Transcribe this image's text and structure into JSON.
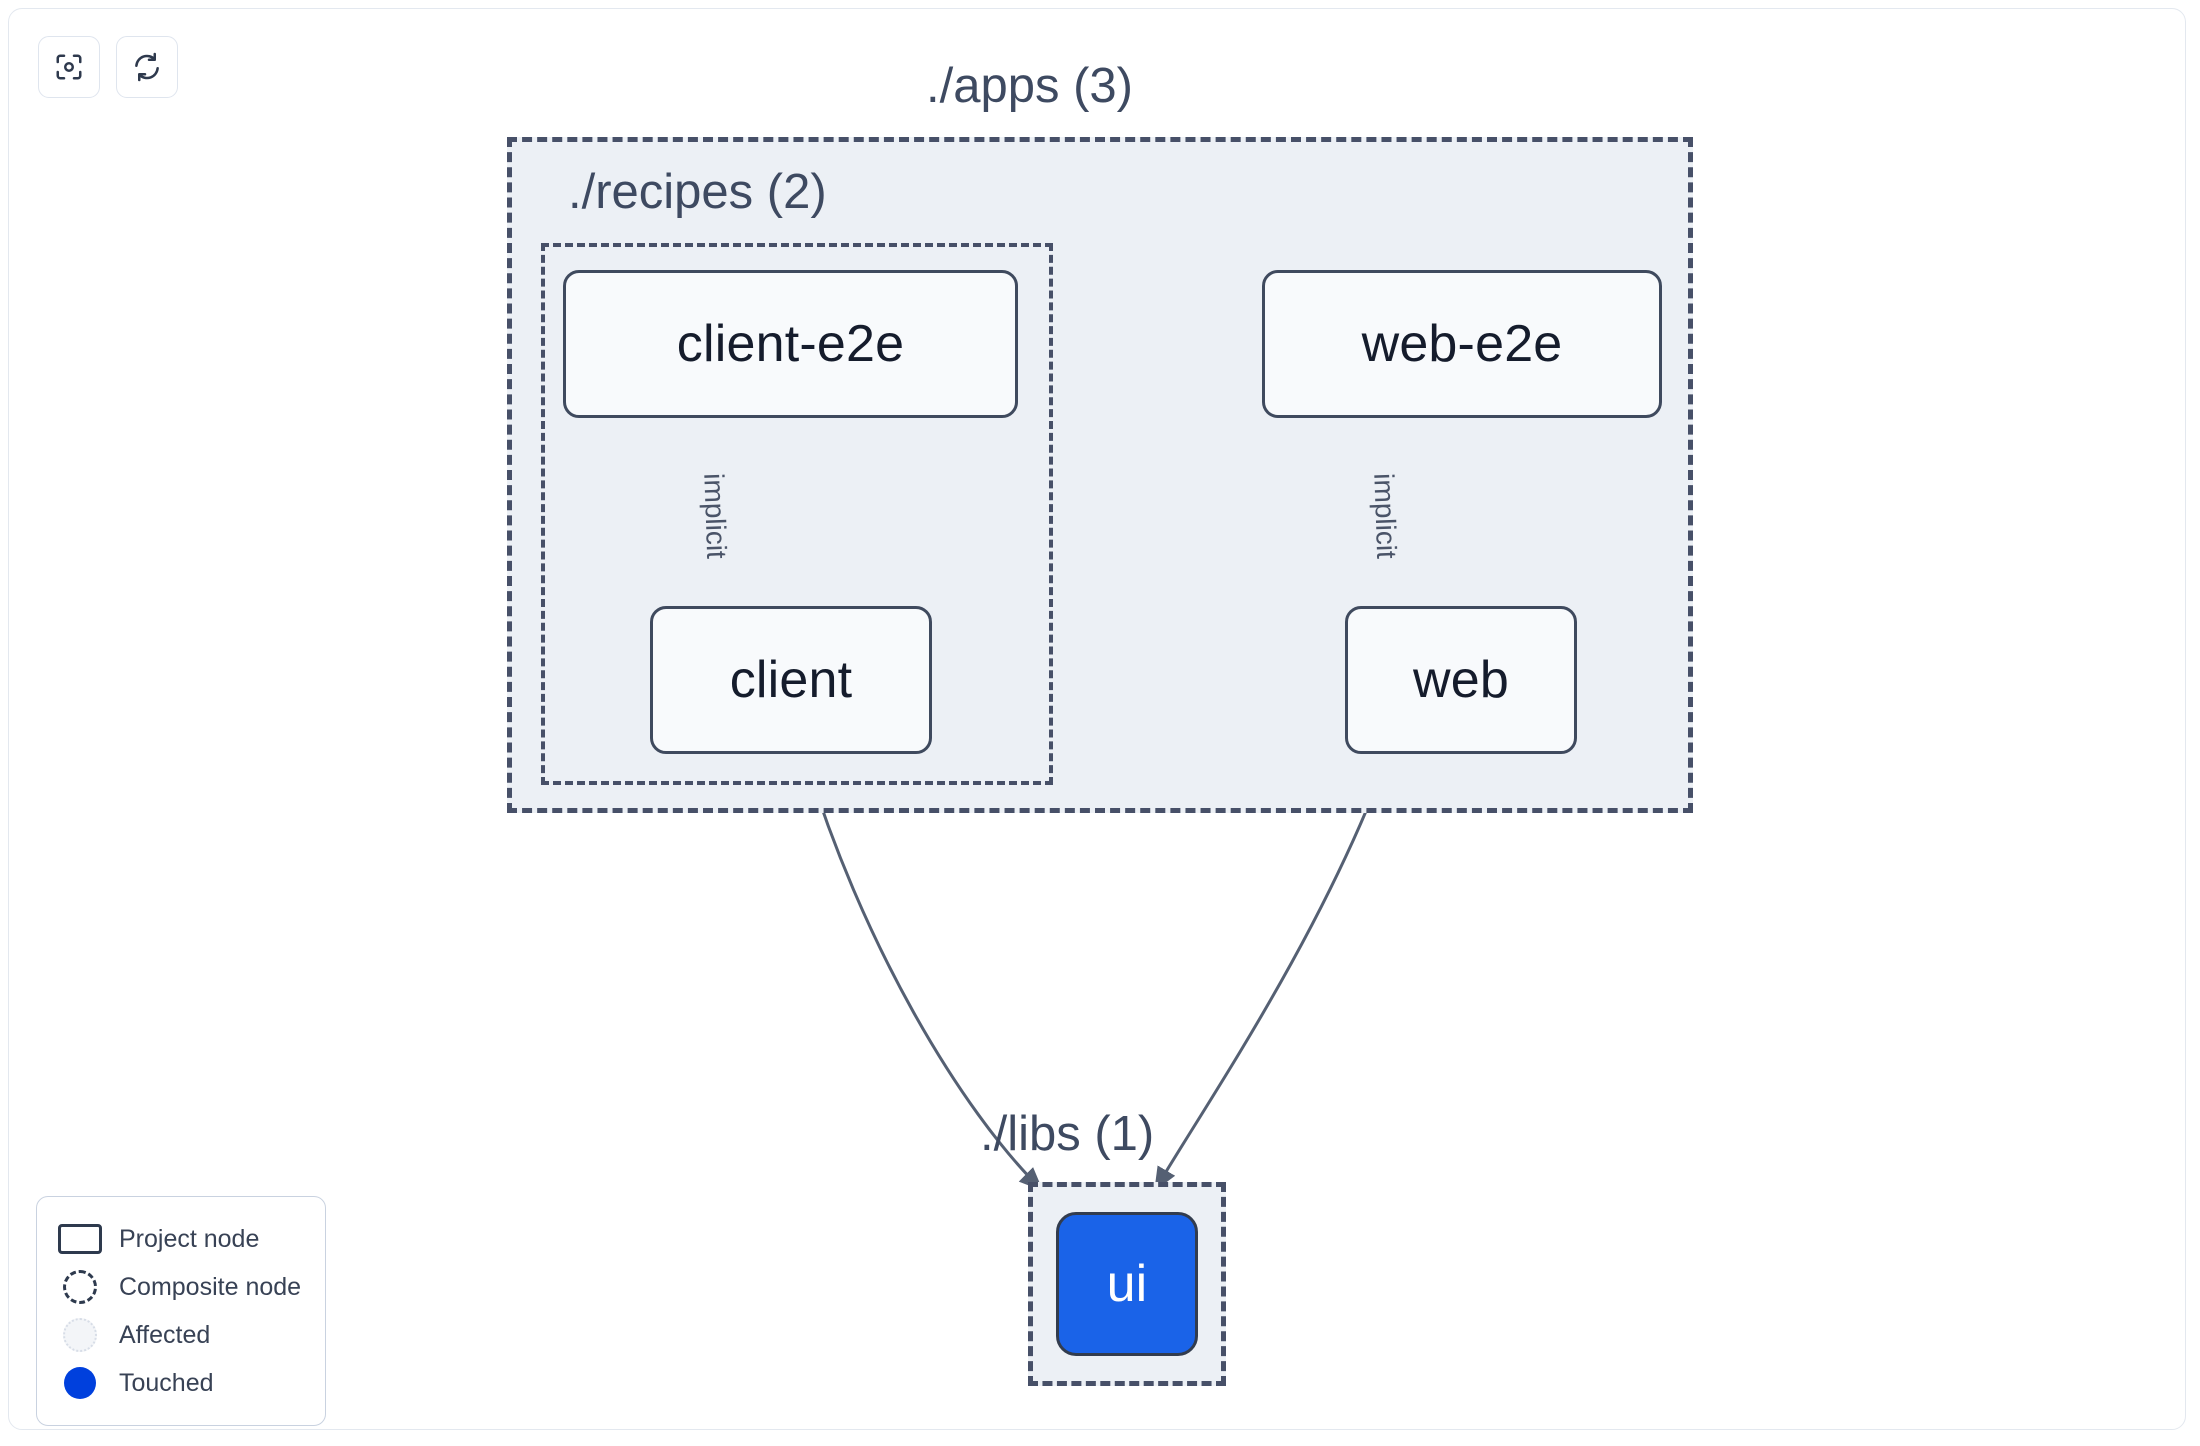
{
  "toolbar": {
    "buttons": [
      {
        "name": "focus-icon",
        "label": "Focus graph",
        "icon": "focus-icon"
      },
      {
        "name": "refresh-icon",
        "label": "Refresh graph",
        "icon": "refresh-icon"
      }
    ]
  },
  "graph": {
    "groups": [
      {
        "id": "apps",
        "label": "./apps (3)",
        "count": 3
      },
      {
        "id": "recipes",
        "label": "./recipes (2)",
        "count": 2
      },
      {
        "id": "libs",
        "label": "./libs (1)",
        "count": 1
      }
    ],
    "nodes": [
      {
        "id": "client-e2e",
        "label": "client-e2e",
        "state": "normal",
        "group": "recipes"
      },
      {
        "id": "web-e2e",
        "label": "web-e2e",
        "state": "normal",
        "group": "apps"
      },
      {
        "id": "client",
        "label": "client",
        "state": "normal",
        "group": "recipes"
      },
      {
        "id": "web",
        "label": "web",
        "state": "normal",
        "group": "apps"
      },
      {
        "id": "ui",
        "label": "ui",
        "state": "touched",
        "group": "libs"
      }
    ],
    "edges": [
      {
        "from": "client-e2e",
        "to": "client",
        "label": "implicit"
      },
      {
        "from": "web-e2e",
        "to": "web",
        "label": "implicit"
      },
      {
        "from": "client",
        "to": "ui",
        "label": ""
      },
      {
        "from": "web",
        "to": "ui",
        "label": ""
      }
    ]
  },
  "legend": {
    "items": [
      {
        "swatch": "project-node-swatch",
        "label": "Project node"
      },
      {
        "swatch": "composite-node-swatch",
        "label": "Composite node"
      },
      {
        "swatch": "affected-swatch",
        "label": "Affected"
      },
      {
        "swatch": "touched-swatch",
        "label": "Touched"
      }
    ]
  },
  "colors": {
    "touched": "#1a63e8",
    "legend_touched": "#0040dd",
    "group_fill": "#ecf0f5",
    "group_border": "#475068",
    "node_fill": "#f8fafc",
    "node_border": "#3f4a5e",
    "edge": "#556073",
    "text": "#3e4a61"
  }
}
